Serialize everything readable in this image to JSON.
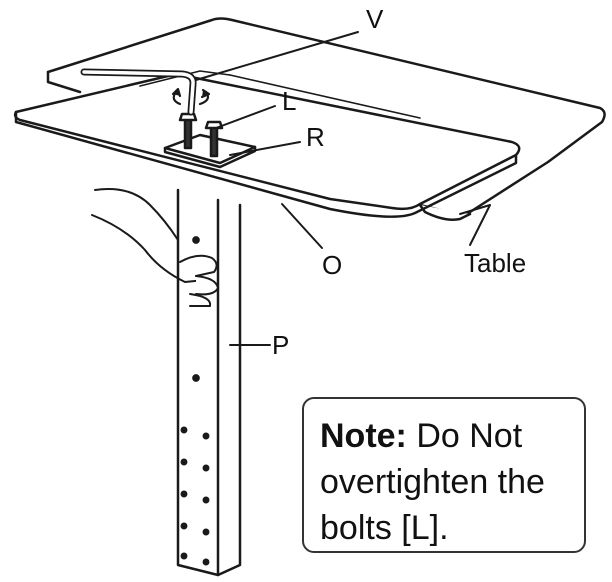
{
  "labels": {
    "v": "V",
    "l": "L",
    "r": "R",
    "o": "O",
    "table": "Table",
    "p": "P"
  },
  "note": {
    "heading": "Note:",
    "line1": "Do Not",
    "line2": "overtighten the",
    "line3": "bolts [L]."
  }
}
